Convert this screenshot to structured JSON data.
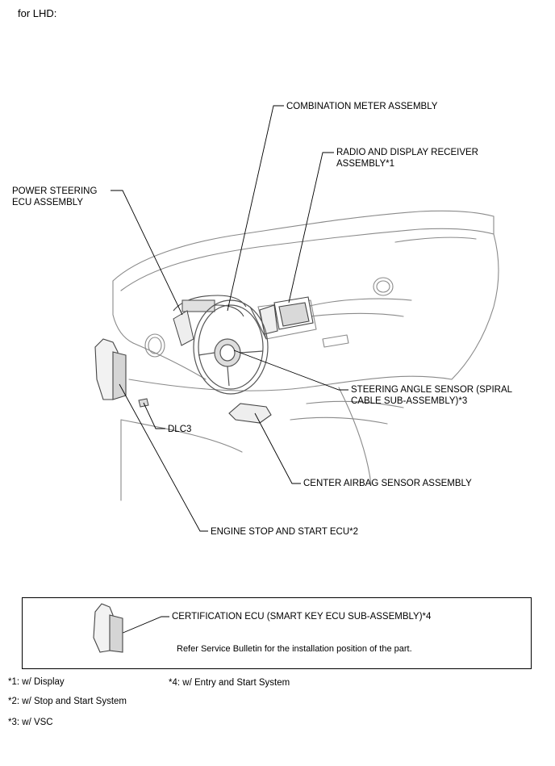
{
  "header": {
    "caption": "for LHD:"
  },
  "labels": {
    "combination_meter": "COMBINATION METER ASSEMBLY",
    "radio_display_line1": "RADIO AND DISPLAY RECEIVER",
    "radio_display_line2": "ASSEMBLY*1",
    "power_steering_line1": "POWER STEERING",
    "power_steering_line2": "ECU ASSEMBLY",
    "steering_angle_line1": "STEERING ANGLE SENSOR (SPIRAL",
    "steering_angle_line2": "CABLE SUB-ASSEMBLY)*3",
    "dlc3": "DLC3",
    "center_airbag": "CENTER AIRBAG SENSOR ASSEMBLY",
    "engine_stop_start": "ENGINE STOP AND START ECU*2"
  },
  "note_box": {
    "title": "CERTIFICATION ECU (SMART KEY ECU SUB-ASSEMBLY)*4",
    "note": "Refer Service Bulletin for the installation position of the part."
  },
  "footnotes": [
    "*1: w/ Display",
    "*2: w/ Stop and Start System",
    "*3: w/ VSC",
    "*4: w/ Entry and Start System"
  ]
}
